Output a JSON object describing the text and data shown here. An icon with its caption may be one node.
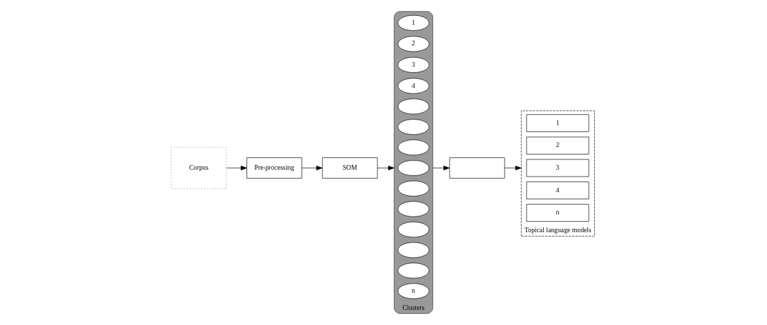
{
  "diagram": {
    "nodes": [
      {
        "text": [
          "Corpus"
        ]
      },
      {
        "text": [
          "Pre-processing"
        ]
      },
      {
        "text": [
          "SOM"
        ]
      },
      {
        "text": [
          "Clusters"
        ]
      },
      {
        "text": [
          "1"
        ],
        "in": 3
      },
      {
        "text": [
          "2"
        ],
        "in": 3
      },
      {
        "text": [
          "3"
        ],
        "in": 3
      },
      {
        "text": [
          "4"
        ],
        "in": 3
      },
      {
        "text": [],
        "shape": "ellipse",
        "in": 3
      },
      {
        "text": [],
        "shape": "ellipse",
        "in": 3
      },
      {
        "text": [],
        "shape": "ellipse",
        "in": 3
      },
      {
        "text": [],
        "shape": "ellipse",
        "in": 3
      },
      {
        "text": [],
        "shape": "ellipse",
        "in": 3
      },
      {
        "text": [],
        "shape": "ellipse",
        "in": 3
      },
      {
        "text": [],
        "shape": "ellipse",
        "in": 3
      },
      {
        "text": [],
        "shape": "ellipse",
        "in": 3
      },
      {
        "text": [],
        "shape": "ellipse",
        "in": 3
      },
      {
        "text": [
          "n"
        ],
        "in": 3
      },
      {
        "text": [],
        "shape": "box"
      },
      {
        "text": [
          "Topical language models"
        ]
      },
      {
        "text": [
          "1"
        ],
        "in": 19
      },
      {
        "text": [
          "2"
        ],
        "in": 19
      },
      {
        "text": [
          "3"
        ],
        "in": 19
      },
      {
        "text": [
          "4"
        ],
        "in": 19
      },
      {
        "text": [
          "n"
        ],
        "in": 19
      }
    ],
    "edges": [
      {
        "from": 0,
        "to": 1,
        "arrow": "to"
      },
      {
        "from": 1,
        "to": 2,
        "arrow": "to"
      },
      {
        "from": 2,
        "to": 3,
        "arrow": "to"
      },
      {
        "from": 3,
        "to": 18,
        "arrow": "to"
      },
      {
        "from": 18,
        "to": 19,
        "arrow": "to"
      }
    ]
  }
}
